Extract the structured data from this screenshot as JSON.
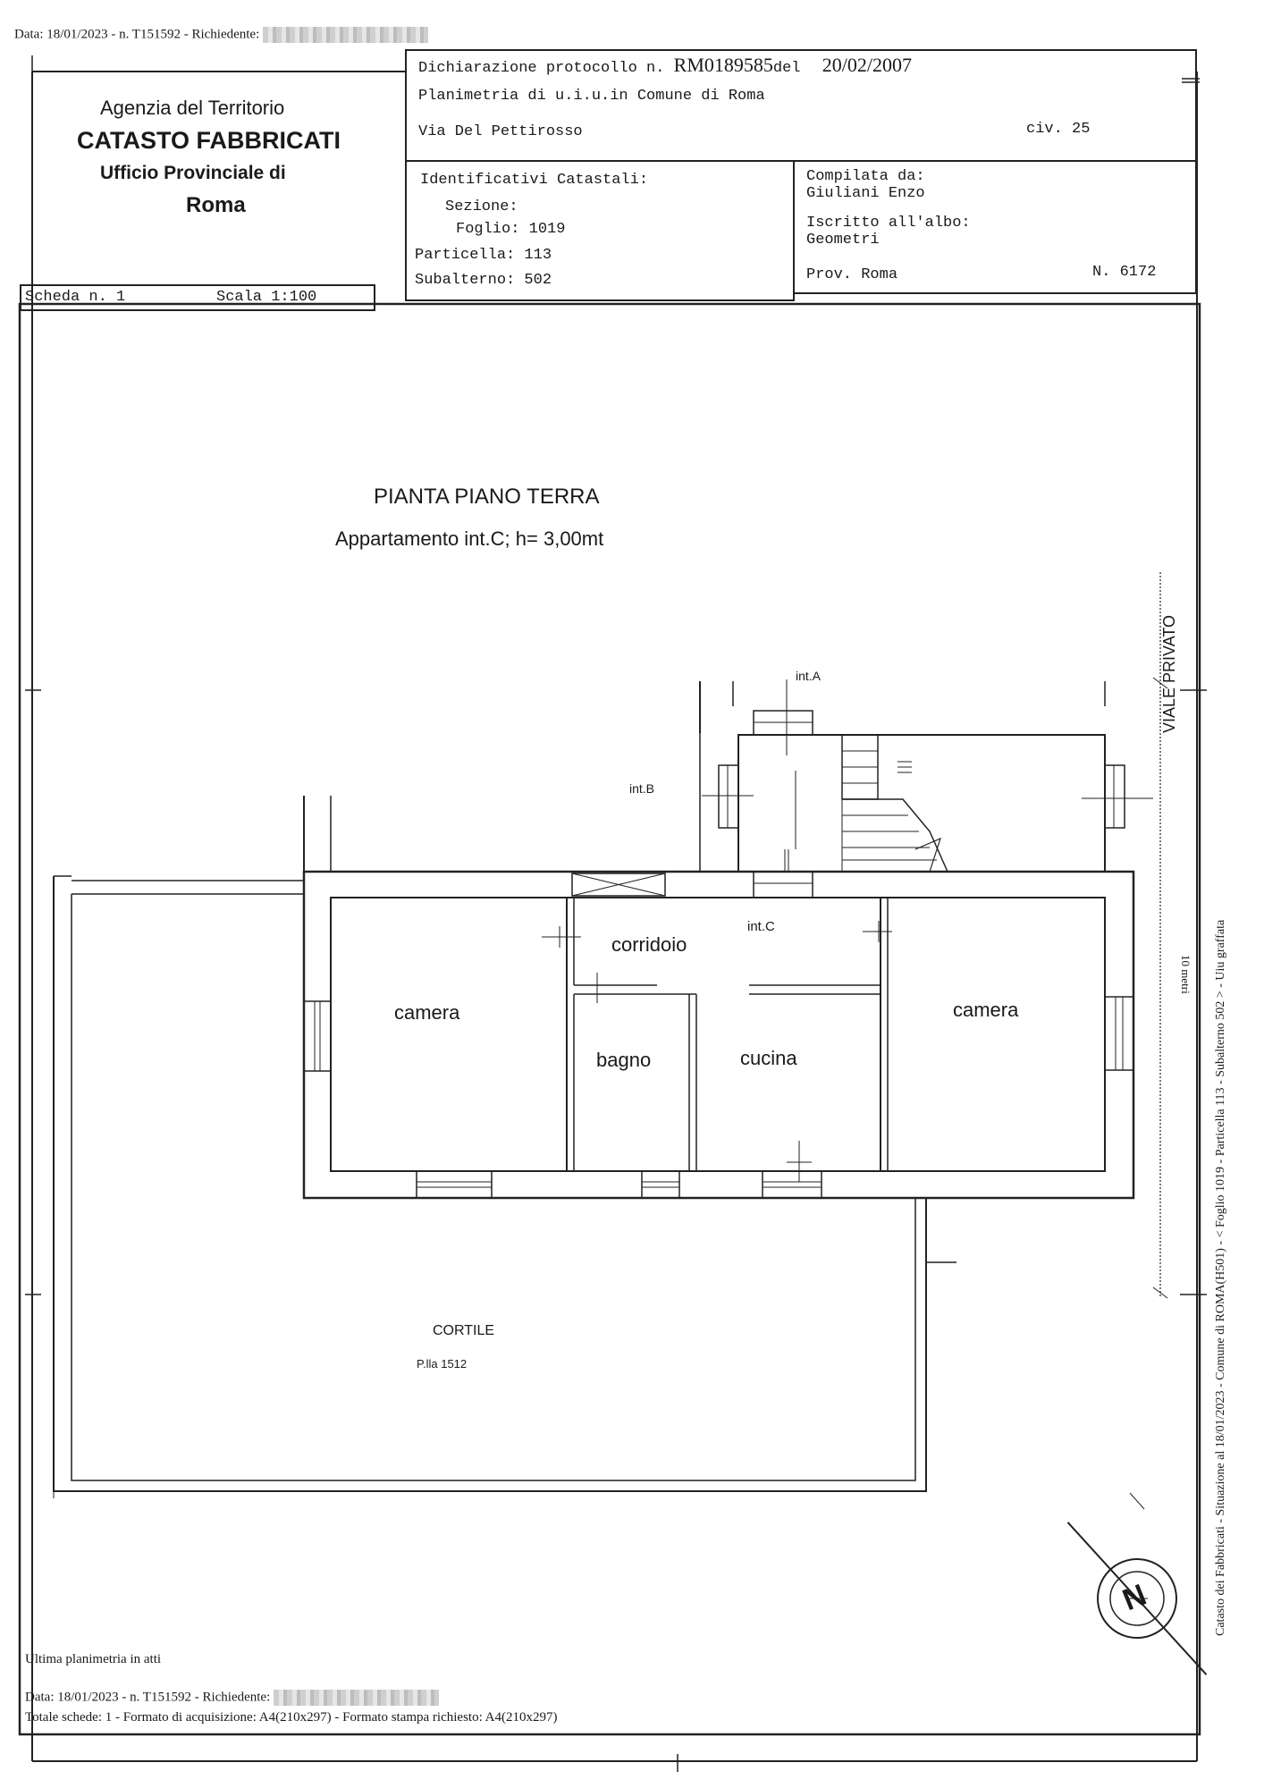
{
  "header_top": {
    "text": "Data: 18/01/2023 - n. T151592 - Richiedente:"
  },
  "agency": {
    "line1": "Agenzia del Territorio",
    "line2": "CATASTO FABBRICATI",
    "line3": "Ufficio Provinciale di",
    "line4": "Roma"
  },
  "declaration": {
    "protocol_label": "Dichiarazione protocollo n.",
    "protocol_number": "RM0189585",
    "del_label": "del",
    "date": "20/02/2007",
    "planimetria": "Planimetria di u.i.u.in Comune di Roma",
    "street": "Via Del Pettirosso",
    "civ": "civ. 25"
  },
  "identificativi": {
    "title": "Identificativi Catastali:",
    "sezione": "Sezione:",
    "foglio": "Foglio: 1019",
    "particella": "Particella: 113",
    "subalterno": "Subalterno: 502"
  },
  "compilata": {
    "label": "Compilata da:",
    "name": "Giuliani Enzo",
    "albo_label": "Iscritto all'albo:",
    "albo": "Geometri",
    "prov": "Prov. Roma",
    "number": "N.  6172"
  },
  "scheda": {
    "label": "Scheda n. 1",
    "scala": "Scala 1:100"
  },
  "plan": {
    "title": "PIANTA PIANO TERRA",
    "subtitle": "Appartamento int.C; h= 3,00mt",
    "int_a": "int.A",
    "int_b": "int.B",
    "int_c": "int.C",
    "corridoio": "corridoio",
    "camera_left": "camera",
    "camera_right": "camera",
    "bagno": "bagno",
    "cucina": "cucina",
    "cortile": "CORTILE",
    "plla": "P.lla 1512",
    "viale": "VIALE PRIVATO",
    "scale_mark": "10 metri"
  },
  "side_note": "Catasto dei Fabbricati - Situazione al 18/01/2023 - Comune di ROMA(H501) - < Foglio 1019 - Particella 113 - Subalterno 502 > - Uiu graffata",
  "footer": {
    "ultima": "Ultima planimetria in atti",
    "data": "Data: 18/01/2023 - n. T151592 - Richiedente:",
    "totale": "Totale schede: 1 - Formato di acquisizione: A4(210x297)  - Formato stampa richiesto: A4(210x297)"
  },
  "compass": {
    "letter": "N"
  }
}
